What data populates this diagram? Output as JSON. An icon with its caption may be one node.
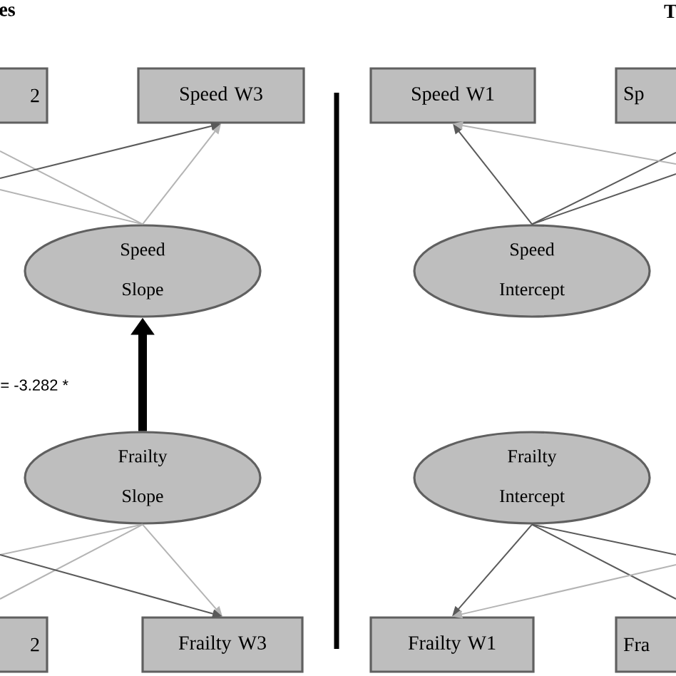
{
  "diagram": {
    "nodes": [
      {
        "text": [
          "2"
        ]
      },
      {
        "text": [
          "Speed W3"
        ]
      },
      {
        "text": [
          "Speed W1"
        ]
      },
      {
        "text": [
          "Sp"
        ]
      },
      {
        "text": [
          "Speed Slope"
        ]
      },
      {
        "text": [
          "Speed Intercept"
        ]
      },
      {
        "text": [
          "Frailty Slope"
        ]
      },
      {
        "text": [
          "Frailty Intercept"
        ]
      },
      {
        "text": [
          "2"
        ]
      },
      {
        "text": [
          "Frailty W3"
        ]
      },
      {
        "text": [
          "Frailty W1"
        ]
      },
      {
        "text": [
          "Fra"
        ]
      }
    ],
    "edges": [
      {
        "from": 4,
        "to": null,
        "arrow": "none",
        "color": "#b4b4b4"
      },
      {
        "from": 4,
        "to": null,
        "arrow": "none",
        "color": "#b4b4b4"
      },
      {
        "from": 4,
        "to": 1,
        "arrow": "to",
        "color": "#b4b4b4"
      },
      {
        "from": null,
        "to": 1,
        "arrow": "to",
        "color": "#5a5a5a"
      },
      {
        "from": 5,
        "to": 2,
        "arrow": "to",
        "color": "#5a5a5a"
      },
      {
        "from": 5,
        "to": null,
        "arrow": "none",
        "color": "#5a5a5a"
      },
      {
        "from": 5,
        "to": null,
        "arrow": "none",
        "color": "#5a5a5a"
      },
      {
        "from": null,
        "to": 2,
        "arrow": "to",
        "color": "#b4b4b4"
      },
      {
        "from": 6,
        "to": 4,
        "arrow": "to",
        "label": "= -3.282 *",
        "style": "thick",
        "color": "#000000"
      },
      {
        "from": 7,
        "to": 10,
        "arrow": "to",
        "color": "#5a5a5a"
      },
      {
        "from": 7,
        "to": null,
        "arrow": "none",
        "color": "#5a5a5a"
      },
      {
        "from": 7,
        "to": null,
        "arrow": "none",
        "color": "#5a5a5a"
      },
      {
        "from": null,
        "to": 10,
        "arrow": "to",
        "color": "#b4b4b4"
      },
      {
        "from": 6,
        "to": 9,
        "arrow": "to",
        "color": "#b4b4b4"
      },
      {
        "from": 6,
        "to": null,
        "arrow": "none",
        "color": "#b4b4b4"
      },
      {
        "from": 6,
        "to": null,
        "arrow": "none",
        "color": "#b4b4b4"
      },
      {
        "from": null,
        "to": 9,
        "arrow": "to",
        "color": "#5a5a5a"
      }
    ],
    "labels": [
      "es",
      "T"
    ]
  }
}
